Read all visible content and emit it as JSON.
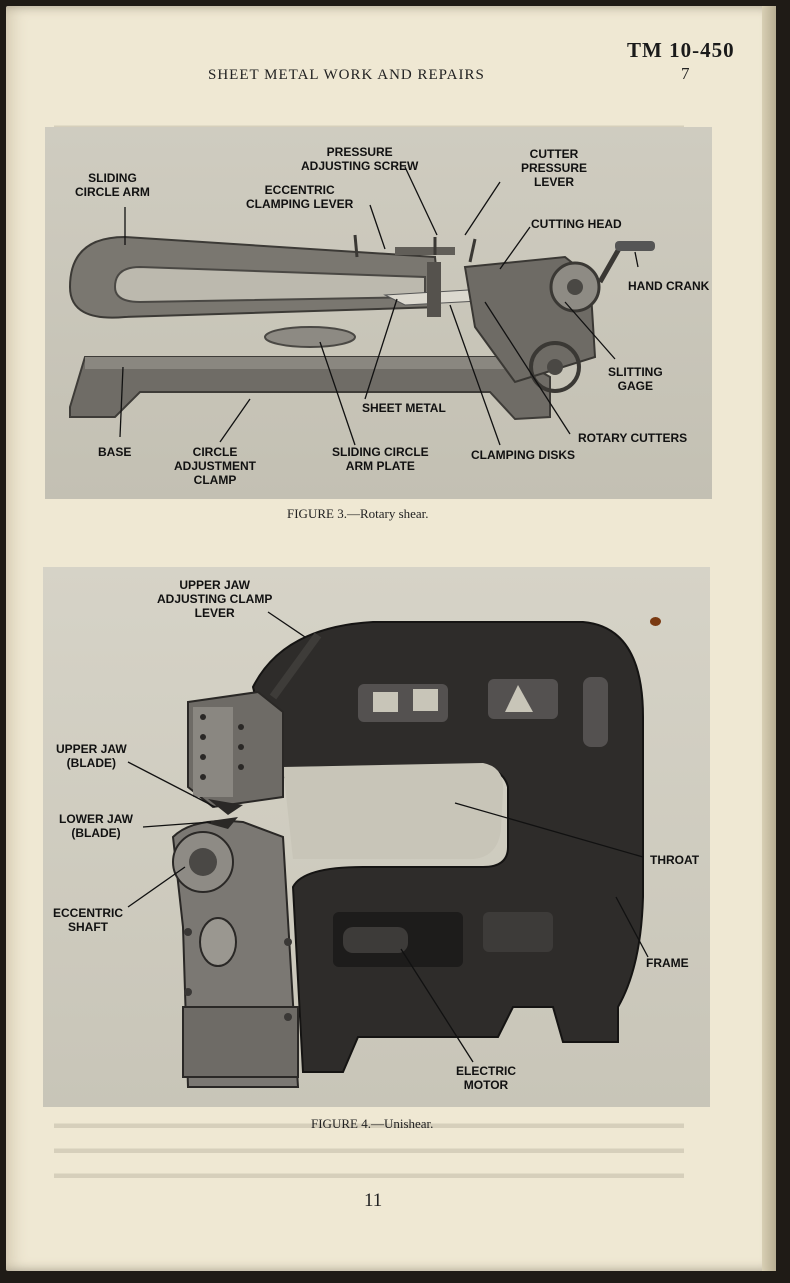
{
  "header": {
    "title": "SHEET METAL WORK AND REPAIRS",
    "tm": "TM 10-450",
    "tm_page": "7"
  },
  "figure3": {
    "caption": "FIGURE 3.—Rotary shear.",
    "labels": {
      "sliding_circle_arm": "SLIDING\nCIRCLE ARM",
      "pressure_adjusting_screw": "PRESSURE\nADJUSTING SCREW",
      "cutter_pressure_lever": "CUTTER\nPRESSURE\nLEVER",
      "eccentric_clamping_lever": "ECCENTRIC\nCLAMPING LEVER",
      "cutting_head": "CUTTING HEAD",
      "hand_crank": "HAND CRANK",
      "slitting_gage": "SLITTING\nGAGE",
      "sheet_metal": "SHEET METAL",
      "rotary_cutters": "ROTARY CUTTERS",
      "base": "BASE",
      "circle_adjustment_clamp": "CIRCLE\nADJUSTMENT\nCLAMP",
      "sliding_circle_arm_plate": "SLIDING CIRCLE\nARM PLATE",
      "clamping_disks": "CLAMPING DISKS"
    }
  },
  "figure4": {
    "caption": "FIGURE 4.—Unishear.",
    "labels": {
      "upper_jaw_lever": "UPPER JAW\nADJUSTING CLAMP\nLEVER",
      "upper_jaw": "UPPER JAW\n(BLADE)",
      "lower_jaw": "LOWER JAW\n(BLADE)",
      "eccentric_shaft": "ECCENTRIC\nSHAFT",
      "throat": "THROAT",
      "frame": "FRAME",
      "electric_motor": "ELECTRIC\nMOTOR"
    }
  },
  "page_number": "11"
}
